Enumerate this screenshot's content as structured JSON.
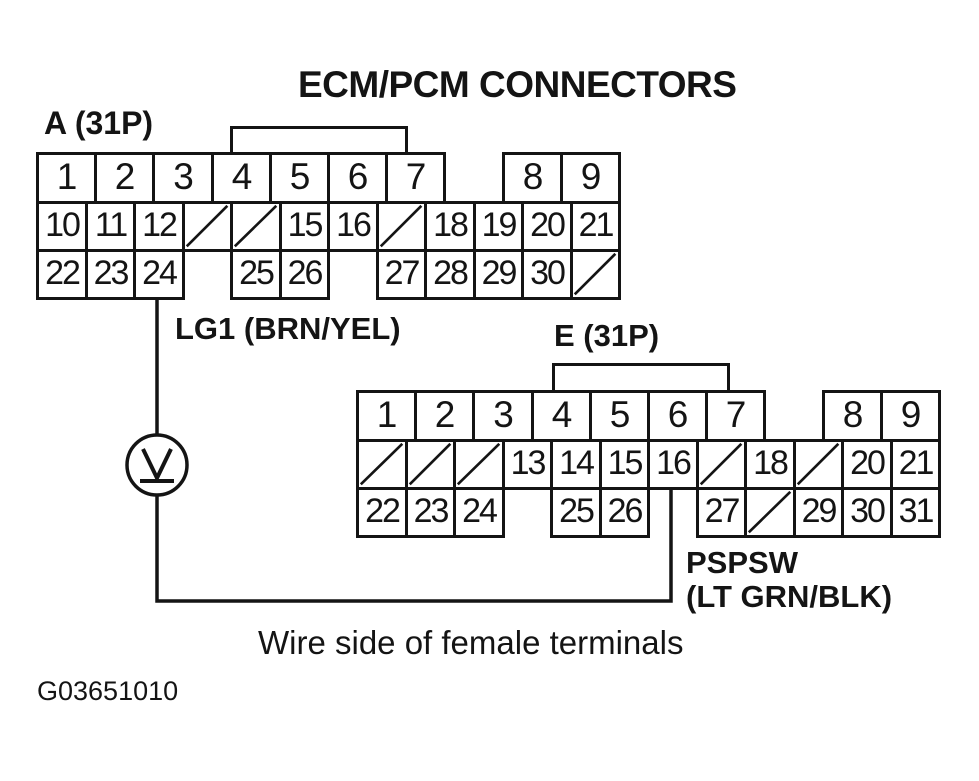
{
  "title": "ECM/PCM CONNECTORS",
  "note": "Wire side of female terminals",
  "figure_id": "G03651010",
  "colors": {
    "ink": "#141414",
    "paper": "#ffffff"
  },
  "voltmeter": {
    "glyph": "V"
  },
  "wires": {
    "lg1": {
      "label": "LG1 (BRN/YEL)",
      "from_pin": "A-24",
      "to": "voltmeter"
    },
    "pspsw": {
      "label_line1": "PSPSW",
      "label_line2": "(LT GRN/BLK)",
      "from": "voltmeter",
      "to_pin": "E-16"
    }
  },
  "connectors": [
    {
      "id": "A",
      "label": "A (31P)",
      "rows": [
        [
          "1",
          "2",
          "3",
          "4",
          "5",
          "6",
          "7",
          "",
          "8",
          "9"
        ],
        [
          "10",
          "11",
          "12",
          "/",
          "/",
          "15",
          "16",
          "/",
          "18",
          "19",
          "20",
          "21"
        ],
        [
          "22",
          "23",
          "24",
          "",
          "25",
          "26",
          "",
          "27",
          "28",
          "29",
          "30",
          "/"
        ]
      ]
    },
    {
      "id": "E",
      "label": "E (31P)",
      "rows": [
        [
          "1",
          "2",
          "3",
          "4",
          "5",
          "6",
          "7",
          "",
          "8",
          "9"
        ],
        [
          "/",
          "/",
          "/",
          "13",
          "14",
          "15",
          "16",
          "/",
          "18",
          "/",
          "20",
          "21"
        ],
        [
          "22",
          "23",
          "24",
          "",
          "25",
          "26",
          "",
          "27",
          "/",
          "29",
          "30",
          "31"
        ]
      ]
    }
  ]
}
